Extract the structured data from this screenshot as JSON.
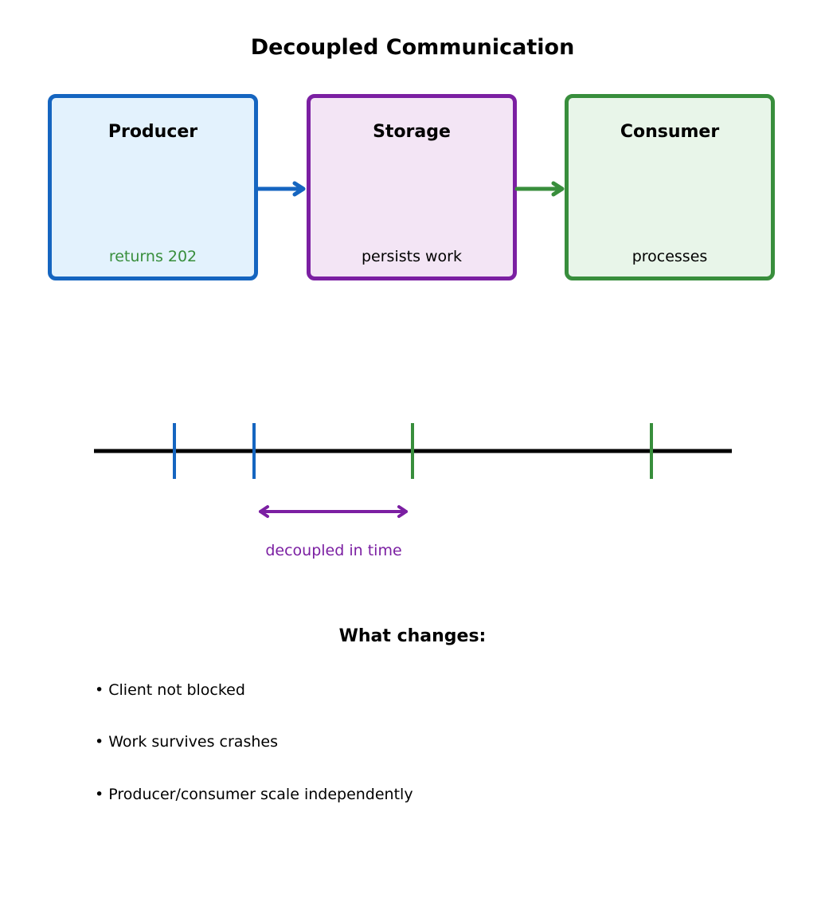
{
  "title": "Decoupled Communication",
  "colors": {
    "producer": "#1565c0",
    "storage": "#7b1fa2",
    "consumer": "#388e3c",
    "timeline": "#000000"
  },
  "boxes": [
    {
      "id": "producer",
      "title": "Producer",
      "subtitle": "returns 202",
      "subtitle_color": "#388e3c"
    },
    {
      "id": "storage",
      "title": "Storage",
      "subtitle": "persists work",
      "subtitle_color": "#000000"
    },
    {
      "id": "consumer",
      "title": "Consumer",
      "subtitle": "processes",
      "subtitle_color": "#000000"
    }
  ],
  "flow_arrows": [
    {
      "from": "producer",
      "to": "storage",
      "color": "#1565c0"
    },
    {
      "from": "storage",
      "to": "consumer",
      "color": "#388e3c"
    }
  ],
  "timeline": {
    "ticks": [
      {
        "role": "producer",
        "color": "#1565c0"
      },
      {
        "role": "producer",
        "color": "#1565c0"
      },
      {
        "role": "consumer",
        "color": "#388e3c"
      },
      {
        "role": "consumer",
        "color": "#388e3c"
      }
    ],
    "span_label": "decoupled in time",
    "span_color": "#7b1fa2"
  },
  "changes": {
    "title": "What changes:",
    "items": [
      "• Client not blocked",
      "• Work survives crashes",
      "• Producer/consumer scale independently"
    ]
  }
}
